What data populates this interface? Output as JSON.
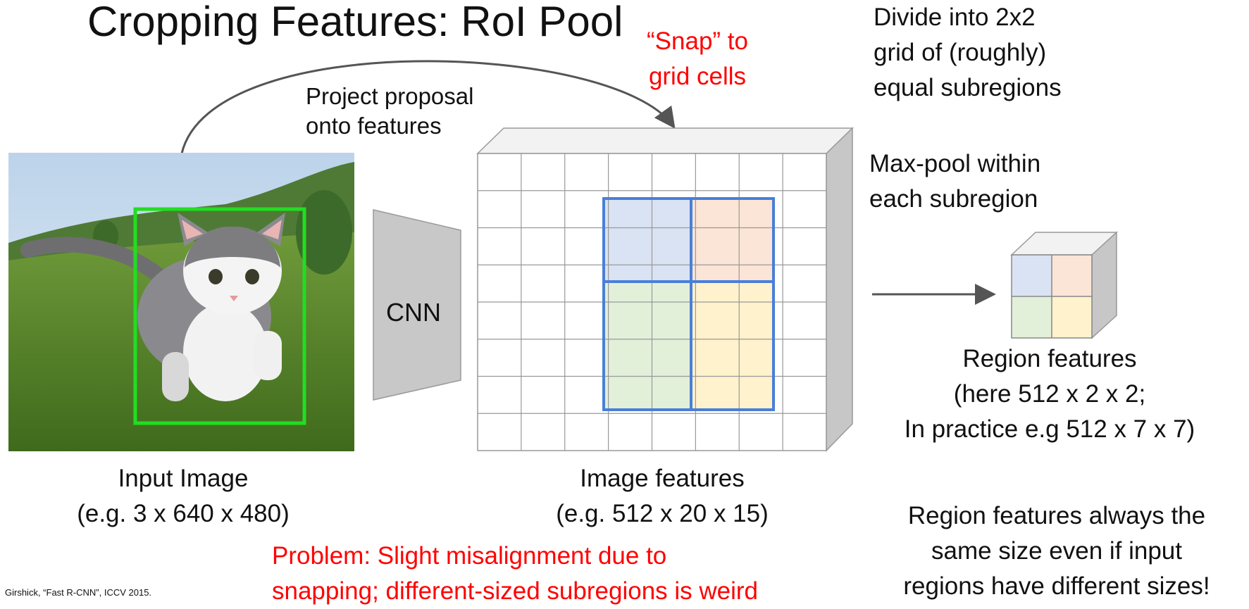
{
  "title": "Cropping Features: RoI Pool",
  "labels": {
    "snap": [
      "“Snap” to",
      "grid cells"
    ],
    "divide": [
      "Divide into 2x2",
      "grid of (roughly)",
      "equal subregions"
    ],
    "project": [
      "Project proposal",
      "onto features"
    ],
    "maxpool": [
      "Max-pool within",
      "each subregion"
    ],
    "cnn": "CNN",
    "region_features": [
      "Region features",
      "(here 512 x 2 x 2;",
      "In practice e.g 512 x 7 x 7)"
    ],
    "input_image": [
      "Input Image",
      "(e.g. 3 x 640 x 480)"
    ],
    "image_features": [
      "Image features",
      "(e.g. 512 x 20 x 15)"
    ],
    "problem": [
      "Problem: Slight misalignment due to",
      "snapping; different-sized subregions is weird"
    ],
    "always_same": [
      "Region features always the",
      "same size even if input",
      "regions have different sizes!"
    ],
    "citation": "Girshick, “Fast R-CNN”, ICCV 2015."
  },
  "colors": {
    "highlight_red": "#ff0000",
    "proposal_box": "#22dd22",
    "roi_box": "#4a7fd8",
    "cell_blue": "#dae3f3",
    "cell_orange": "#fbe5d6",
    "cell_green": "#e2f0d9",
    "cell_yellow": "#fff2cc",
    "cnn_gray": "#c8c8c8"
  },
  "icons": {
    "input_image": "kitten-photo"
  }
}
